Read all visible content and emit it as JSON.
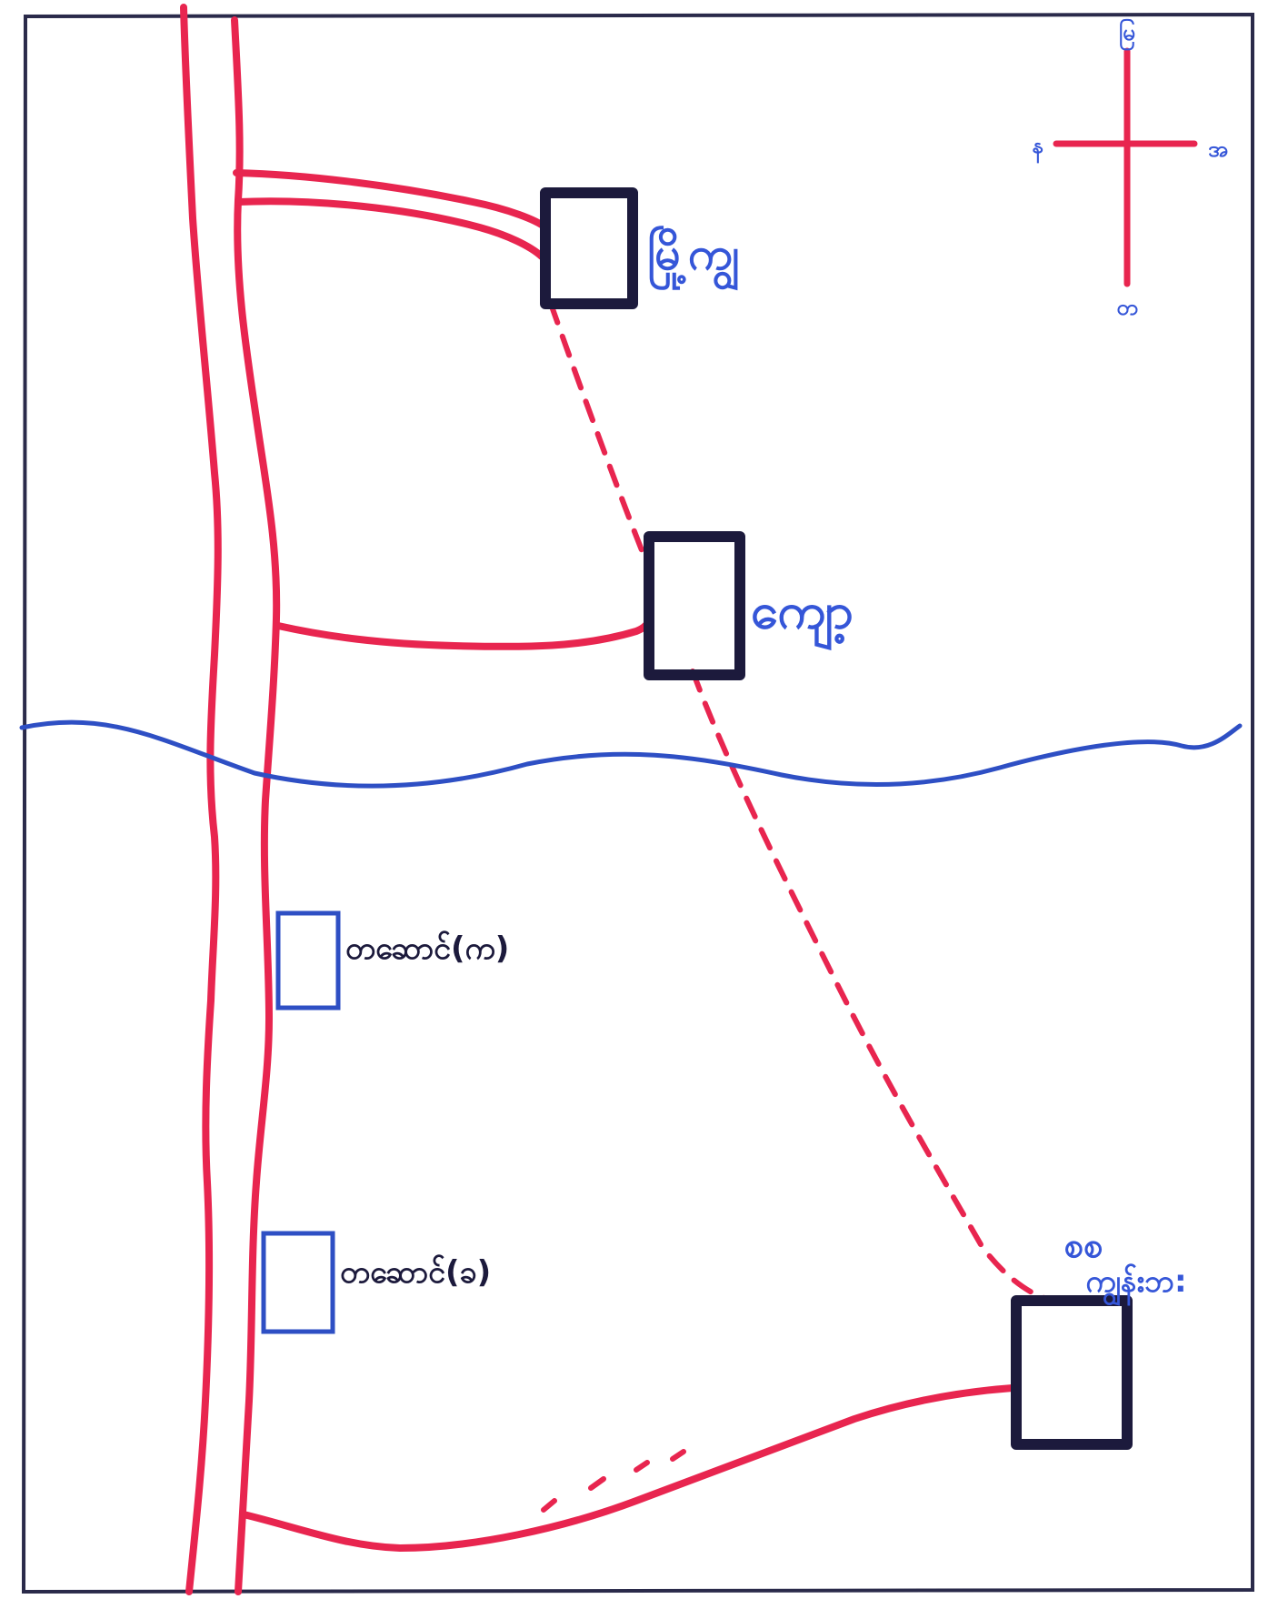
{
  "colors": {
    "road": "#e8254f",
    "river": "#2e4fc4",
    "building": "#1c1a3c",
    "label_blue": "#3556d8",
    "label_dark": "#1c1a3c",
    "frame": "#2a2a4a"
  },
  "compass": {
    "north": "မြ",
    "south": "တ",
    "east": "အ",
    "west": "န"
  },
  "places": {
    "a": "မြို့ကျွ",
    "b": "ကျော့",
    "c": "တဆောင်(က)",
    "d": "တဆောင်(ခ)",
    "e_line1": "စစ",
    "e_line2": "ကျွန်းဘ:"
  }
}
